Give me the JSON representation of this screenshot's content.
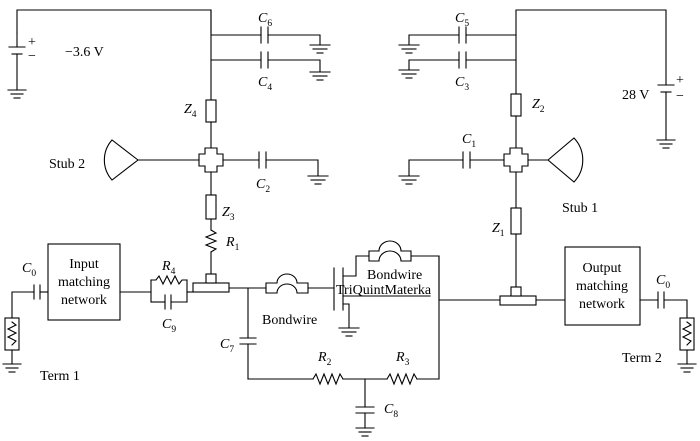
{
  "labels": {
    "neg_voltage": "−3.6 V",
    "pos_voltage": "28 V",
    "stub2": "Stub 2",
    "stub1": "Stub 1",
    "term1": "Term 1",
    "term2": "Term 2",
    "input_network": [
      "Input",
      "matching",
      "network"
    ],
    "output_network": [
      "Output",
      "matching",
      "network"
    ],
    "bondwire_left": "Bondwire",
    "bondwire_top": "Bondwire",
    "transistor": "TriQuintMaterka"
  },
  "components": {
    "C0_in": {
      "letter": "C",
      "sub": "0"
    },
    "C0_out": {
      "letter": "C",
      "sub": "0"
    },
    "C1": {
      "letter": "C",
      "sub": "1"
    },
    "C2": {
      "letter": "C",
      "sub": "2"
    },
    "C3": {
      "letter": "C",
      "sub": "3"
    },
    "C4": {
      "letter": "C",
      "sub": "4"
    },
    "C5": {
      "letter": "C",
      "sub": "5"
    },
    "C6": {
      "letter": "C",
      "sub": "6"
    },
    "C7": {
      "letter": "C",
      "sub": "7"
    },
    "C8": {
      "letter": "C",
      "sub": "8"
    },
    "C9": {
      "letter": "C",
      "sub": "9"
    },
    "R1": {
      "letter": "R",
      "sub": "1"
    },
    "R2": {
      "letter": "R",
      "sub": "2"
    },
    "R3": {
      "letter": "R",
      "sub": "3"
    },
    "R4": {
      "letter": "R",
      "sub": "4"
    },
    "Z1": {
      "letter": "Z",
      "sub": "1"
    },
    "Z2": {
      "letter": "Z",
      "sub": "2"
    },
    "Z3": {
      "letter": "Z",
      "sub": "3"
    },
    "Z4": {
      "letter": "Z",
      "sub": "4"
    }
  },
  "battery_signs": {
    "plus": "+",
    "minus": "−"
  }
}
